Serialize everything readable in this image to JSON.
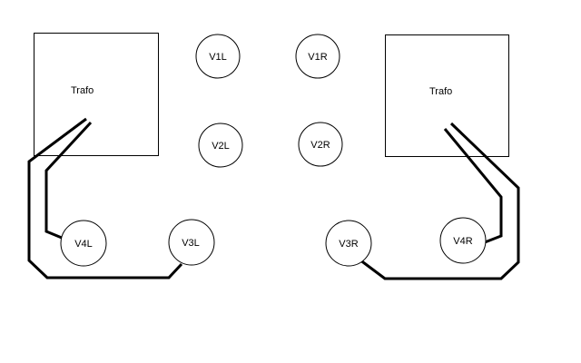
{
  "transformers": [
    {
      "id": "trafo-left",
      "label": "Trafo"
    },
    {
      "id": "trafo-right",
      "label": "Trafo"
    }
  ],
  "tubes": [
    {
      "id": "v1l",
      "label": "V1L"
    },
    {
      "id": "v1r",
      "label": "V1R"
    },
    {
      "id": "v2l",
      "label": "V2L"
    },
    {
      "id": "v2r",
      "label": "V2R"
    },
    {
      "id": "v3l",
      "label": "V3L"
    },
    {
      "id": "v3r",
      "label": "V3R"
    },
    {
      "id": "v4l",
      "label": "V4L"
    },
    {
      "id": "v4r",
      "label": "V4R"
    }
  ],
  "colors": {
    "line": "#000000",
    "background": "#ffffff"
  }
}
